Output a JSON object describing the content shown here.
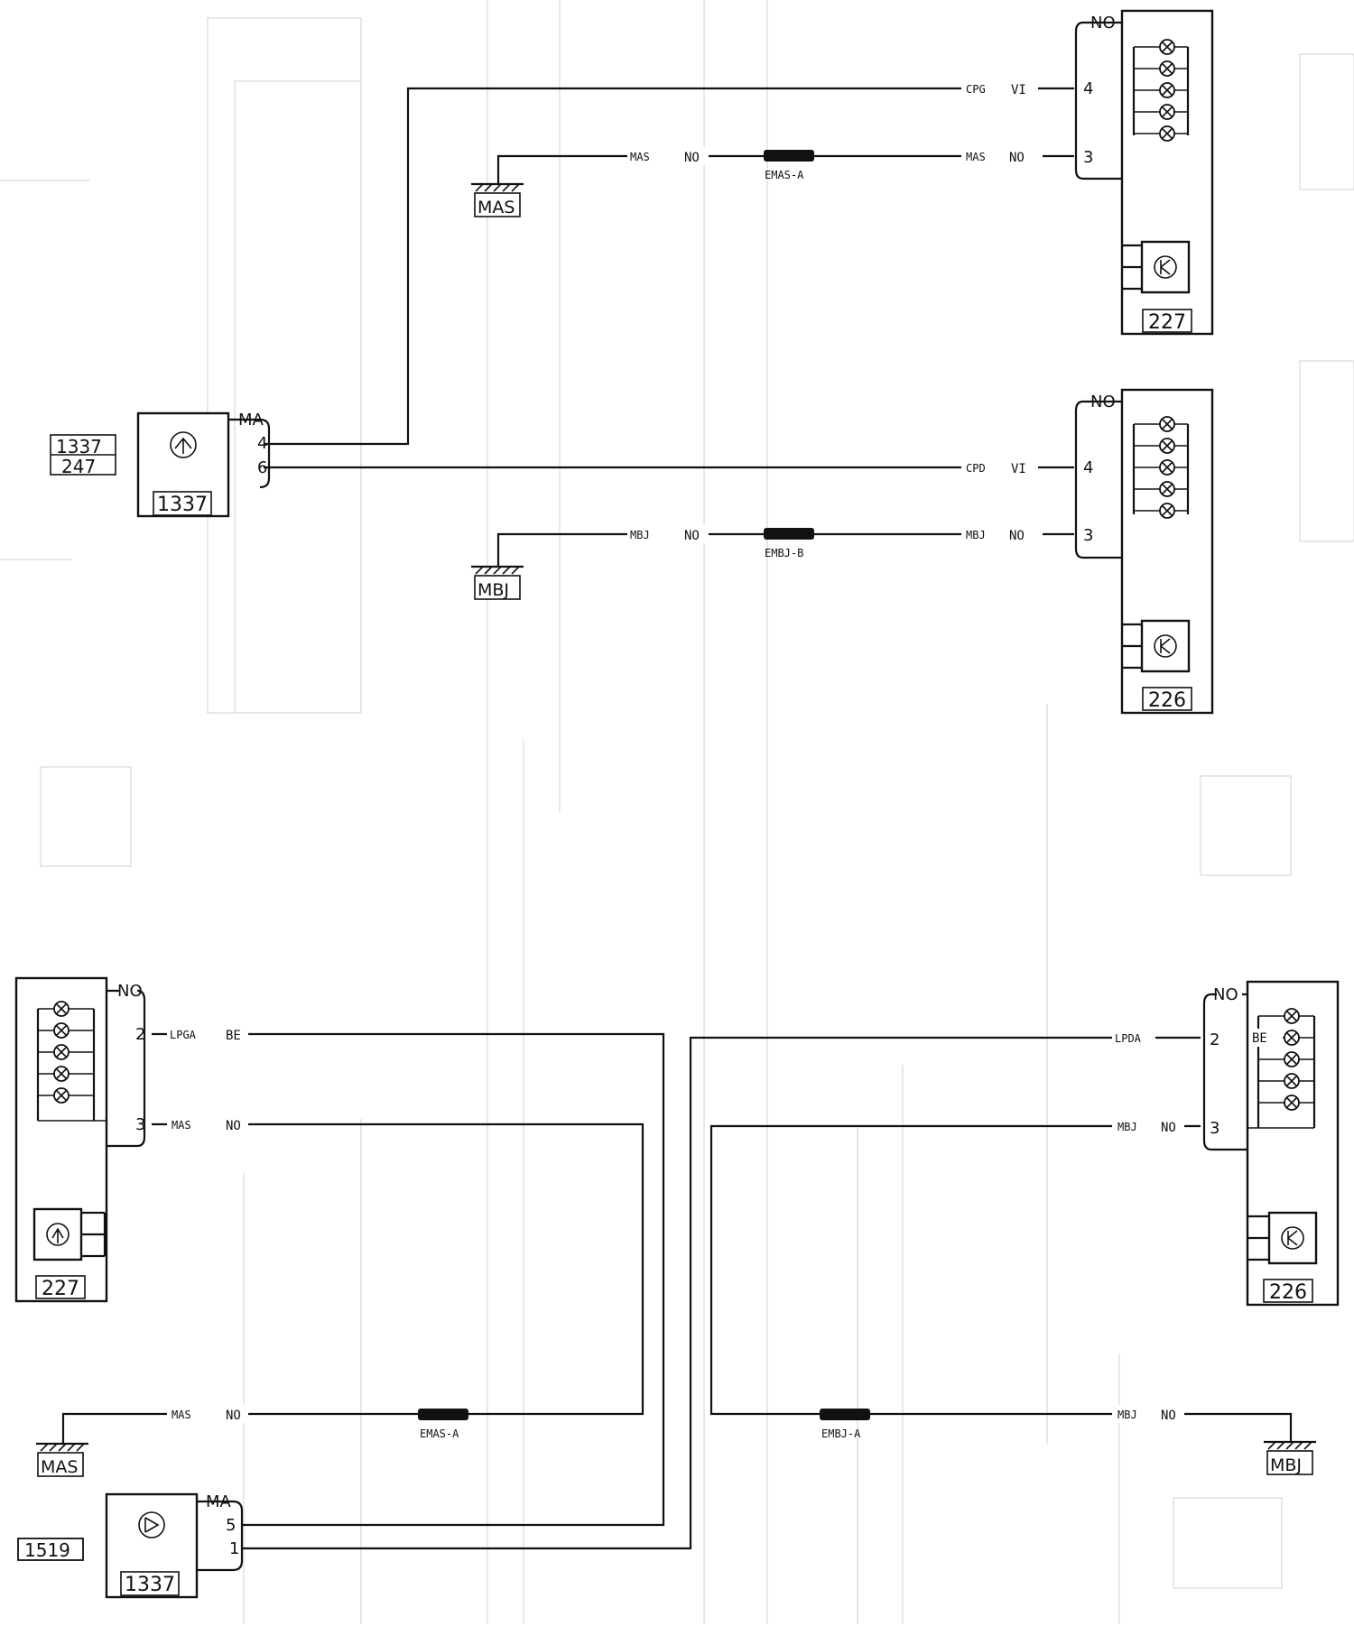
{
  "diagram": {
    "connectors": {
      "c1337_top": {
        "ref": "1337",
        "side_ref_a": "1337",
        "side_ref_b": "247",
        "group": "MA",
        "pin_a": "4",
        "pin_b": "6"
      },
      "c1337_bottom": {
        "ref": "1337",
        "side_ref": "1519",
        "group": "MA",
        "pin_a": "5",
        "pin_b": "1"
      },
      "lamp_227_top": {
        "ref": "227",
        "group": "NO",
        "pin_a": "4",
        "pin_b": "3"
      },
      "lamp_226_top": {
        "ref": "226",
        "group": "NO",
        "pin_a": "4",
        "pin_b": "3"
      },
      "lamp_227_bottom": {
        "ref": "227",
        "group": "NO",
        "pin_a": "2",
        "pin_b": "3"
      },
      "lamp_226_bottom": {
        "ref": "226",
        "group": "NO",
        "pin_a": "2",
        "pin_b": "3",
        "inner_label": "BE"
      }
    },
    "grounds": {
      "g_mas_top": "MAS",
      "g_mbj_top": "MBJ",
      "g_mas_bottom": "MAS",
      "g_mbj_bottom": "MBJ"
    },
    "splices": {
      "s1": "EMAS-A",
      "s2": "EMBJ-B",
      "s3": "EMAS-A",
      "s4": "EMBJ-A"
    },
    "wire_labels": {
      "w_cpg": "CPG",
      "w_cpg_col": "VI",
      "w_mas1_a": "MAS",
      "w_mas1_a_col": "NO",
      "w_mas1_b": "MAS",
      "w_mas1_b_col": "NO",
      "w_cpd": "CPD",
      "w_cpd_col": "VI",
      "w_mbj1_a": "MBJ",
      "w_mbj1_a_col": "NO",
      "w_mbj1_b": "MBJ",
      "w_mbj1_b_col": "NO",
      "w_lpga": "LPGA",
      "w_lpga_col": "BE",
      "w_mas2_a": "MAS",
      "w_mas2_a_col": "NO",
      "w_lpda": "LPDA",
      "w_mbj2_a": "MBJ",
      "w_mbj2_a_col": "NO",
      "w_mas3": "MAS",
      "w_mas3_col": "NO",
      "w_mbj3": "MBJ",
      "w_mbj3_col": "NO"
    }
  }
}
